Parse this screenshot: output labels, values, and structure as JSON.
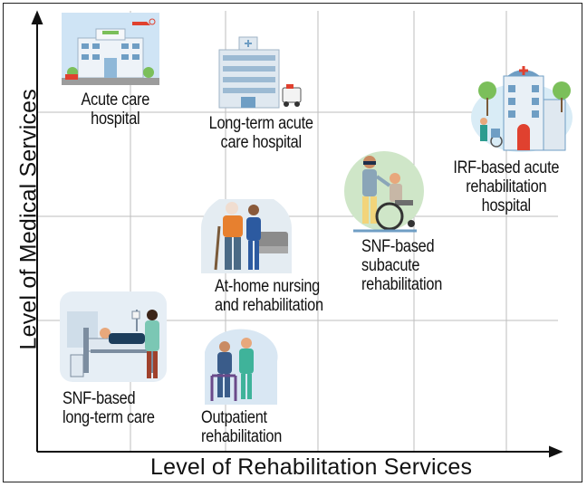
{
  "axes": {
    "y_title": "Level of Medical Services",
    "x_title": "Level of Rehabilitation Services"
  },
  "settings": [
    {
      "key": "acute",
      "label": "Acute care\nhospital",
      "icon": "hospital-building-icon"
    },
    {
      "key": "ltach",
      "label": "Long-term acute\ncare hospital",
      "icon": "long-term-hospital-icon"
    },
    {
      "key": "irf",
      "label": "IRF-based acute\nrehabilitation\nhospital",
      "icon": "rehab-hospital-icon"
    },
    {
      "key": "snf_sub",
      "label": "SNF-based subacute\nrehabilitation",
      "icon": "wheelchair-nurse-icon"
    },
    {
      "key": "home",
      "label": "At-home nursing\nand rehabilitation",
      "icon": "home-nursing-icon"
    },
    {
      "key": "snf_long",
      "label": "SNF-based\nlong-term care",
      "icon": "bedside-care-icon"
    },
    {
      "key": "outpatient",
      "label": "Outpatient\nrehabilitation",
      "icon": "outpatient-walker-icon"
    }
  ],
  "colors": {
    "grid": "#bdbdbd",
    "axis": "#111111",
    "sky": "#cfe4f5",
    "building": "#dfe8f0",
    "accent_red": "#e0412f",
    "accent_green": "#7bbf5a",
    "nurse_teal": "#2c9c8f",
    "skin": "#e8a87c"
  }
}
